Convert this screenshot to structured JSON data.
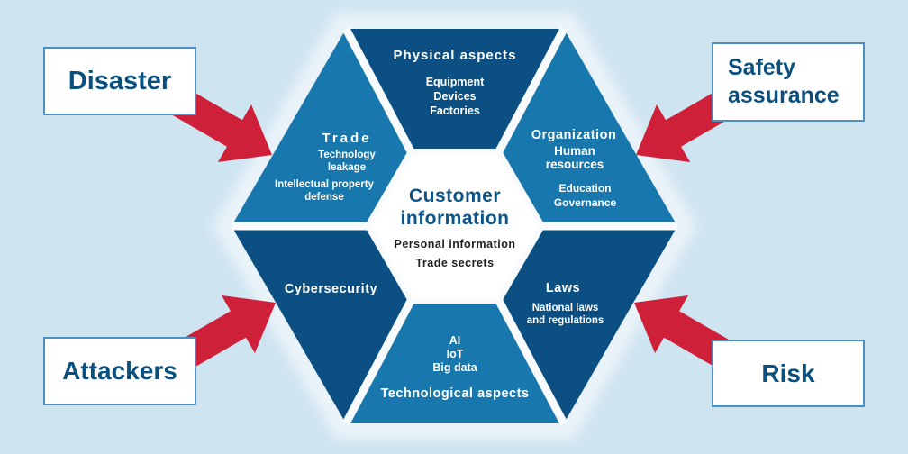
{
  "colors": {
    "background": "#cfe4f1",
    "dark_blue": "#0c5083",
    "medium_blue": "#1878ae",
    "arrow_red": "#cf2039",
    "label_text": "#0a507f",
    "label_border": "#4b90c1",
    "center_title_blue": "#0d5488"
  },
  "corner_labels": {
    "disaster": "Disaster",
    "safety": "Safety assurance",
    "attackers": "Attackers",
    "risk": "Risk"
  },
  "segments": {
    "top": {
      "title": "Physical aspects",
      "items": [
        "Equipment",
        "Devices",
        "Factories"
      ]
    },
    "upper_left": {
      "title": "Trade",
      "item1": "Technology leakage",
      "item2": "Intellectual property defense"
    },
    "upper_right": {
      "title": "Organization",
      "subtitle": "Human resources",
      "items": [
        "Education",
        "Governance"
      ]
    },
    "lower_left": {
      "title": "Cybersecurity"
    },
    "lower_right": {
      "title": "Laws",
      "item1": "National laws and regulations"
    },
    "bottom": {
      "title": "Technological aspects",
      "items": [
        "AI",
        "IoT",
        "Big data"
      ]
    },
    "center": {
      "title": "Customer information",
      "item1": "Personal information",
      "item2": "Trade secrets"
    }
  }
}
